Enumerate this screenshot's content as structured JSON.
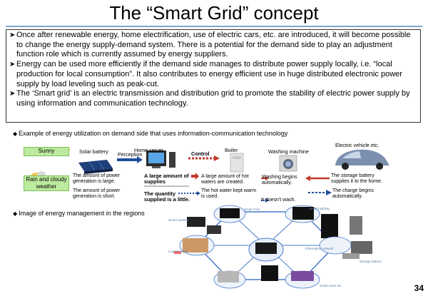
{
  "title": "The “Smart Grid” concept",
  "bullets": [
    "Once after renewable energy, home electrification, use of electric cars, etc. are introduced, it will become possible to change the energy supply-demand system. There is a potential for the demand side to play an adjustment function role which is currently assumed by energy suppliers.",
    "Energy can be used more efficiently if the demand side manages to distribute power supply locally, i.e. “local production for local consumption”. It also contributes to energy efficient use in huge distributed electronic power supply by load leveling such as peak-cut.",
    "The ‘Smart grid’ is an electric transmission and distribution grid to promote the stability of electric power supply by using information and communication technology."
  ],
  "section1": {
    "marker": "◆",
    "title": "Example of energy utilization on demand side that uses information-communication technology",
    "weather_sunny": "Sunny",
    "weather_rainy": "Rain and cloudy weather",
    "solar_battery": "Solar battery",
    "solar_large": "The amount of power generation is large.",
    "solar_short": "The amount of power generation is short.",
    "home_server": "Home server",
    "perception": "Perception",
    "control": "Control",
    "supplies_large": "A large amount of supplies",
    "supplies_little": "The quantity supplied is a little.",
    "boiler": "Boiler",
    "boiler_hot": "A large amount of hot waters are created.",
    "boiler_warm": "The hot water kept warm is used.",
    "washing_machine": "Washing machine",
    "wash_begins": "Washing begins automatically.",
    "wash_not": "It doesn't wash.",
    "ev": "Electric vehicle etc.",
    "ev_supply": "The storage battery supplies it to the home.",
    "ev_charge": "The charge begins automatically."
  },
  "section2": {
    "marker": "◆",
    "title": "Image of energy management in the regions",
    "labels": [
      "Smart parking",
      "Smart Grid",
      "Smart building",
      "Information network",
      "Cogeneration",
      "Storage battery",
      "Smart store etc."
    ]
  },
  "page_number": "34",
  "colors": {
    "accent_rule": "#7fa7cc",
    "sky": "#bcea9e",
    "arrow_blue": "#1f4e9c",
    "arrow_red": "#c0392b",
    "hex_line": "#4a7cc7"
  }
}
